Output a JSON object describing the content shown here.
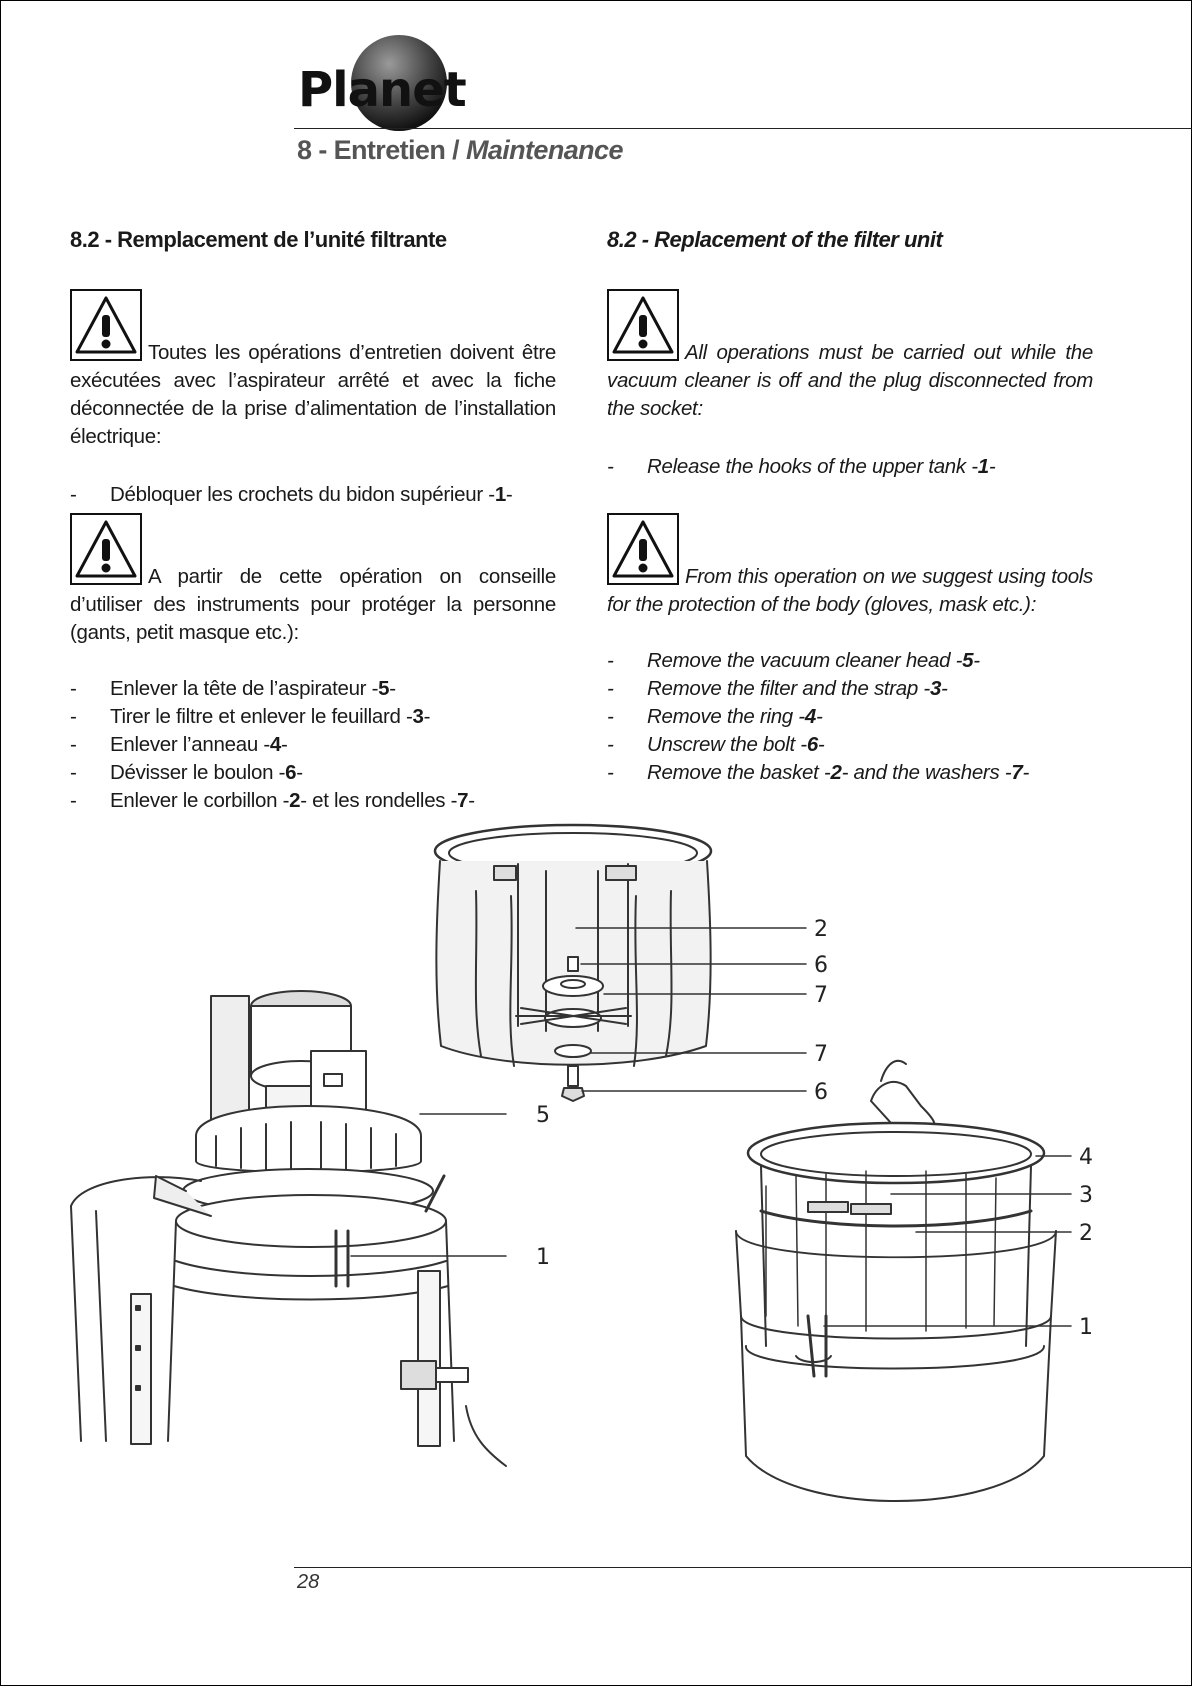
{
  "header": {
    "brand": "Planet",
    "section_fr": "8 - Entretien / ",
    "section_en": "Maintenance"
  },
  "fr": {
    "title": "8.2 - Remplacement de l’unité filtrante",
    "warning_1": "Toutes les opérations d’entretien doivent être exécutées avec l’aspirateur arrêté et avec la fiche déconnectée de la prise d’alimentation de l’installation électrique:",
    "step_hooks": {
      "text": "Débloquer les crochets du bidon supérieur -",
      "ref": "1",
      "tail": "-"
    },
    "warning_2": "A partir de cette opération on conseille d’utiliser des instruments pour protéger la personne (gants, petit masque etc.):",
    "steps": [
      {
        "text": "Enlever la tête de l’aspirateur  -",
        "ref": "5",
        "tail": "-"
      },
      {
        "text": "Tirer le filtre et enlever le feuillard -",
        "ref": "3",
        "tail": "-"
      },
      {
        "text": "Enlever l’anneau -",
        "ref": "4",
        "tail": "-"
      },
      {
        "text": "Dévisser le boulon  -",
        "ref": "6",
        "tail": "-"
      },
      {
        "text": "Enlever le corbillon  -",
        "ref": "2",
        "tail": "- et les rondelles  -",
        "ref2": "7",
        "tail2": "-"
      }
    ]
  },
  "en": {
    "title": "8.2 - Replacement of the filter unit",
    "warning_1": "All operations must be carried out while the vacuum cleaner is off and the plug disconnected from the socket:",
    "step_hooks": {
      "text": "Release the hooks of the upper tank  -",
      "ref": "1",
      "tail": "-"
    },
    "warning_2": "From this operation on we suggest using tools for the protection of the body (gloves, mask etc.):",
    "steps": [
      {
        "text": "Remove the vacuum cleaner head -",
        "ref": "5",
        "tail": "-"
      },
      {
        "text": "Remove the filter and the strap  -",
        "ref": "3",
        "tail": "-"
      },
      {
        "text": "Remove the ring  -",
        "ref": "4",
        "tail": "-"
      },
      {
        "text": "Unscrew the bolt  -",
        "ref": "6",
        "tail": "-"
      },
      {
        "text": "Remove the basket  -",
        "ref": "2",
        "tail": "-  and the washers  -",
        "ref2": "7",
        "tail2": "-"
      }
    ]
  },
  "dash": "-",
  "figure": {
    "callouts_top": [
      "2",
      "6",
      "7",
      "7",
      "6"
    ],
    "callout_machine": "5",
    "callout_machine_hook": "1",
    "callouts_tank": [
      "4",
      "3",
      "2",
      "1"
    ]
  },
  "footer": {
    "page_number": "28"
  }
}
